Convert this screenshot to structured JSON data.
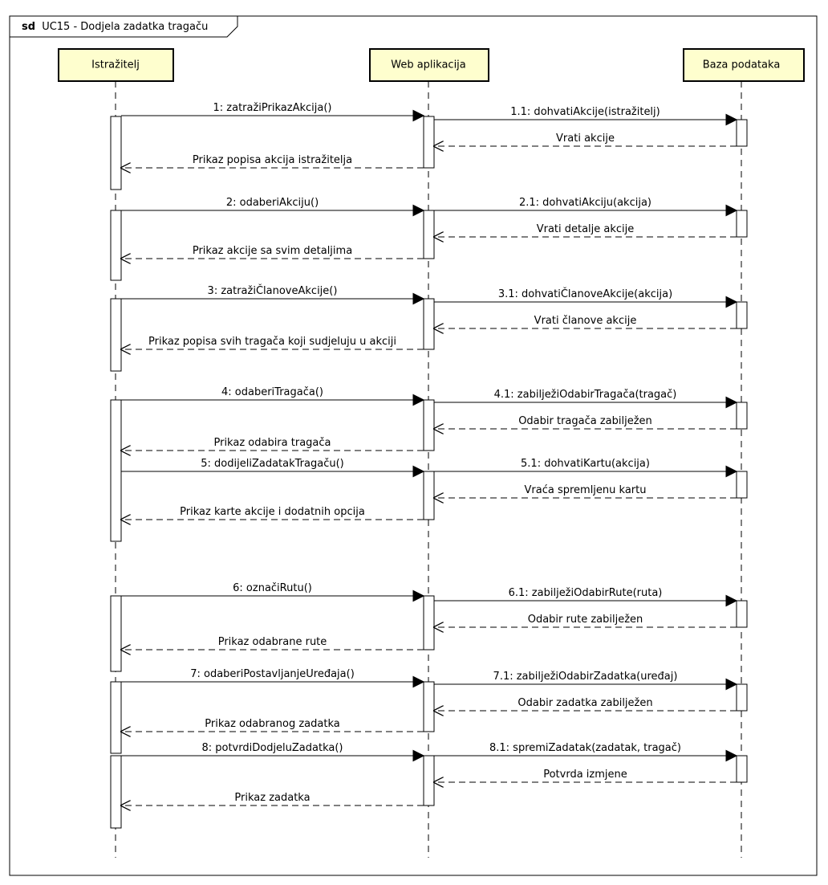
{
  "diagram": {
    "keyword": "sd",
    "title": "UC15 - Dodjela zadatka tragaču"
  },
  "participants": [
    {
      "id": "istrazitelj",
      "label": "Istražitelj"
    },
    {
      "id": "web",
      "label": "Web aplikacija"
    },
    {
      "id": "baza",
      "label": "Baza podataka"
    }
  ],
  "messages": [
    {
      "from": "istrazitelj",
      "to": "web",
      "kind": "call",
      "label": "1: zatražiPrikazAkcija()"
    },
    {
      "from": "web",
      "to": "baza",
      "kind": "call",
      "label": "1.1: dohvatiAkcije(istražitelj)"
    },
    {
      "from": "baza",
      "to": "web",
      "kind": "return",
      "label": "Vrati akcije"
    },
    {
      "from": "web",
      "to": "istrazitelj",
      "kind": "return",
      "label": "Prikaz popisa akcija istražitelja"
    },
    {
      "from": "istrazitelj",
      "to": "web",
      "kind": "call",
      "label": "2: odaberiAkciju()"
    },
    {
      "from": "web",
      "to": "baza",
      "kind": "call",
      "label": "2.1: dohvatiAkciju(akcija)"
    },
    {
      "from": "baza",
      "to": "web",
      "kind": "return",
      "label": "Vrati detalje akcije"
    },
    {
      "from": "web",
      "to": "istrazitelj",
      "kind": "return",
      "label": "Prikaz akcije sa svim detaljima"
    },
    {
      "from": "istrazitelj",
      "to": "web",
      "kind": "call",
      "label": "3: zatražiČlanoveAkcije()"
    },
    {
      "from": "web",
      "to": "baza",
      "kind": "call",
      "label": "3.1: dohvatiČlanoveAkcije(akcija)"
    },
    {
      "from": "baza",
      "to": "web",
      "kind": "return",
      "label": "Vrati članove akcije"
    },
    {
      "from": "web",
      "to": "istrazitelj",
      "kind": "return",
      "label": "Prikaz popisa svih tragača koji sudjeluju u akciji"
    },
    {
      "from": "istrazitelj",
      "to": "web",
      "kind": "call",
      "label": "4: odaberiTragača()"
    },
    {
      "from": "web",
      "to": "baza",
      "kind": "call",
      "label": "4.1: zabilježiOdabirTragača(tragač)"
    },
    {
      "from": "baza",
      "to": "web",
      "kind": "return",
      "label": "Odabir tragača zabilježen"
    },
    {
      "from": "web",
      "to": "istrazitelj",
      "kind": "return",
      "label": "Prikaz odabira tragača"
    },
    {
      "from": "istrazitelj",
      "to": "web",
      "kind": "call",
      "label": "5: dodijeliZadatakTragaču()"
    },
    {
      "from": "web",
      "to": "baza",
      "kind": "call",
      "label": "5.1: dohvatiKartu(akcija)"
    },
    {
      "from": "baza",
      "to": "web",
      "kind": "return",
      "label": "Vraća spremljenu kartu"
    },
    {
      "from": "web",
      "to": "istrazitelj",
      "kind": "return",
      "label": "Prikaz karte akcije i dodatnih opcija"
    },
    {
      "from": "istrazitelj",
      "to": "web",
      "kind": "call",
      "label": "6: označiRutu()"
    },
    {
      "from": "web",
      "to": "baza",
      "kind": "call",
      "label": "6.1: zabilježiOdabirRute(ruta)"
    },
    {
      "from": "baza",
      "to": "web",
      "kind": "return",
      "label": "Odabir rute zabilježen"
    },
    {
      "from": "web",
      "to": "istrazitelj",
      "kind": "return",
      "label": "Prikaz odabrane rute"
    },
    {
      "from": "istrazitelj",
      "to": "web",
      "kind": "call",
      "label": "7: odaberiPostavljanjeUređaja()"
    },
    {
      "from": "web",
      "to": "baza",
      "kind": "call",
      "label": "7.1: zabilježiOdabirZadatka(uređaj)"
    },
    {
      "from": "baza",
      "to": "web",
      "kind": "return",
      "label": "Odabir zadatka zabilježen"
    },
    {
      "from": "web",
      "to": "istrazitelj",
      "kind": "return",
      "label": "Prikaz odabranog zadatka"
    },
    {
      "from": "istrazitelj",
      "to": "web",
      "kind": "call",
      "label": "8: potvrdiDodjeluZadatka()"
    },
    {
      "from": "web",
      "to": "baza",
      "kind": "call",
      "label": "8.1: spremiZadatak(zadatak, tragač)"
    },
    {
      "from": "baza",
      "to": "web",
      "kind": "return",
      "label": "Potvrda izmjene"
    },
    {
      "from": "web",
      "to": "istrazitelj",
      "kind": "return",
      "label": "Prikaz zadatka"
    }
  ],
  "colors": {
    "participant_fill": "#FEFECE",
    "activation_fill": "#FFFFFF",
    "line": "#000000"
  }
}
